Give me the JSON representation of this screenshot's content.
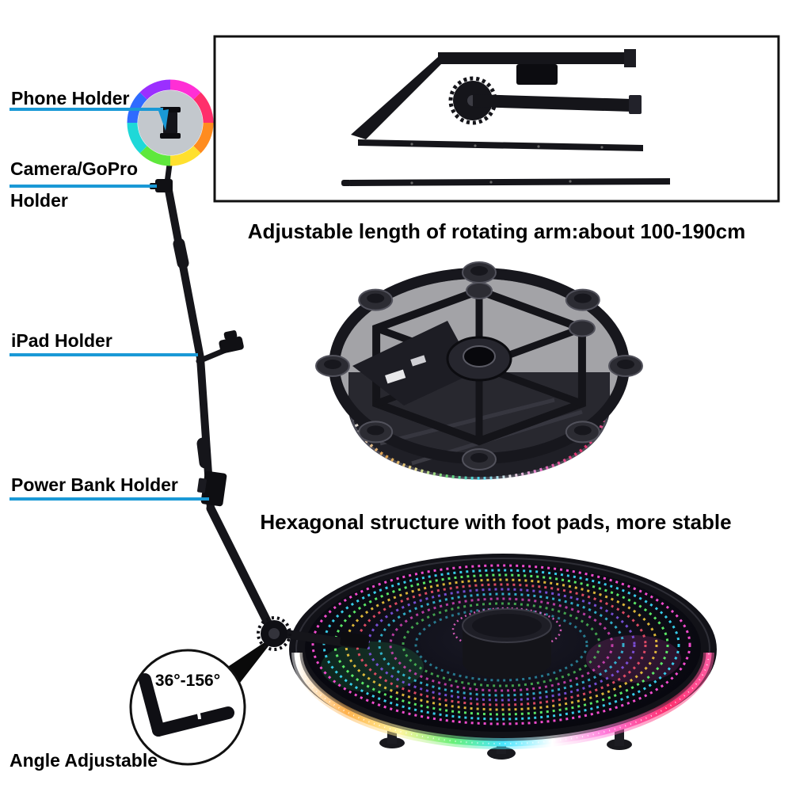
{
  "callouts": {
    "phone_holder": "Phone Holder",
    "camera_gopro_line1": "Camera/GoPro",
    "camera_gopro_line2": "Holder",
    "ipad_holder": "iPad Holder",
    "power_bank_holder": "Power Bank Holder",
    "angle_adjustable": "Angle Adjustable",
    "angle_range": "36°-156°"
  },
  "captions": {
    "rotating_arm": "Adjustable length of rotating arm:about 100-190cm",
    "base_structure": "Hexagonal structure with foot pads, more stable"
  },
  "colors": {
    "callout_line": "#1a99d6",
    "text": "#000000",
    "background": "#ffffff",
    "ring_light_colors": [
      "#ff2fd5",
      "#ff2f6b",
      "#ff8c1f",
      "#ffe02e",
      "#5fe83c",
      "#1fd8d8",
      "#2f6bff",
      "#9b2fff"
    ],
    "led_strip_colors": [
      "#ffb24d",
      "#fff59e",
      "#69f07a",
      "#49e6ff",
      "#ffffff",
      "#ff7ad9",
      "#ff2e6e"
    ],
    "platform_glass": "#0a0a12",
    "metal_frame": "#15151a"
  },
  "figures": {
    "ring_light": "rgb-ring-light-on-stand",
    "rotating_arm_parts": "rotating-arm-parts-box",
    "turntable_base": "hexagonal-turntable-base",
    "glass_platform": "led-infinity-glass-platform",
    "angle_diagram": "angle-range-diagram"
  }
}
